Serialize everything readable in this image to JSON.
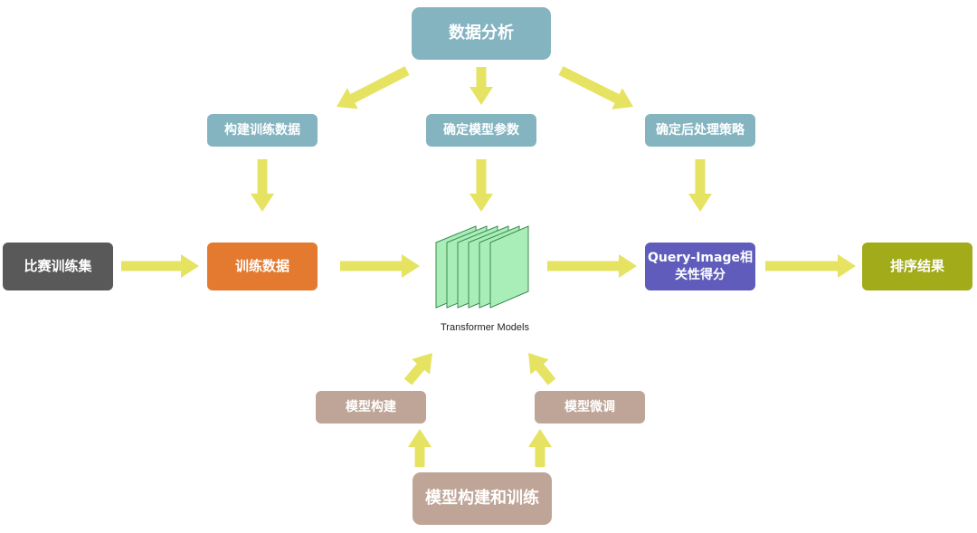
{
  "colors": {
    "arrow": "#e5e361",
    "teal": "#84b4c0",
    "tan": "#bfa597",
    "dark_gray": "#595959",
    "orange": "#e37a30",
    "purple": "#5f5cbc",
    "olive": "#a2ab1a",
    "sheet_fill": "#a9eeb9",
    "sheet_stroke": "#3a8a4e"
  },
  "nodes": {
    "analysis": "数据分析",
    "build_data": "构建训练数据",
    "params": "确定模型参数",
    "post": "确定后处理策略",
    "comp": "比赛训练集",
    "train": "训练数据",
    "model": "Transformer Models",
    "score": "Query-Image相关性得分",
    "rank": "排序结果",
    "construct": "模型构建",
    "finetune": "模型微调",
    "main": "模型构建和训练"
  },
  "edges": [
    {
      "from": "analysis",
      "to": "build_data"
    },
    {
      "from": "analysis",
      "to": "params"
    },
    {
      "from": "analysis",
      "to": "post"
    },
    {
      "from": "build_data",
      "to": "train"
    },
    {
      "from": "params",
      "to": "model"
    },
    {
      "from": "post",
      "to": "score"
    },
    {
      "from": "comp",
      "to": "train"
    },
    {
      "from": "train",
      "to": "model"
    },
    {
      "from": "model",
      "to": "score"
    },
    {
      "from": "score",
      "to": "rank"
    },
    {
      "from": "main",
      "to": "construct"
    },
    {
      "from": "main",
      "to": "finetune"
    },
    {
      "from": "construct",
      "to": "model"
    },
    {
      "from": "finetune",
      "to": "model"
    }
  ]
}
